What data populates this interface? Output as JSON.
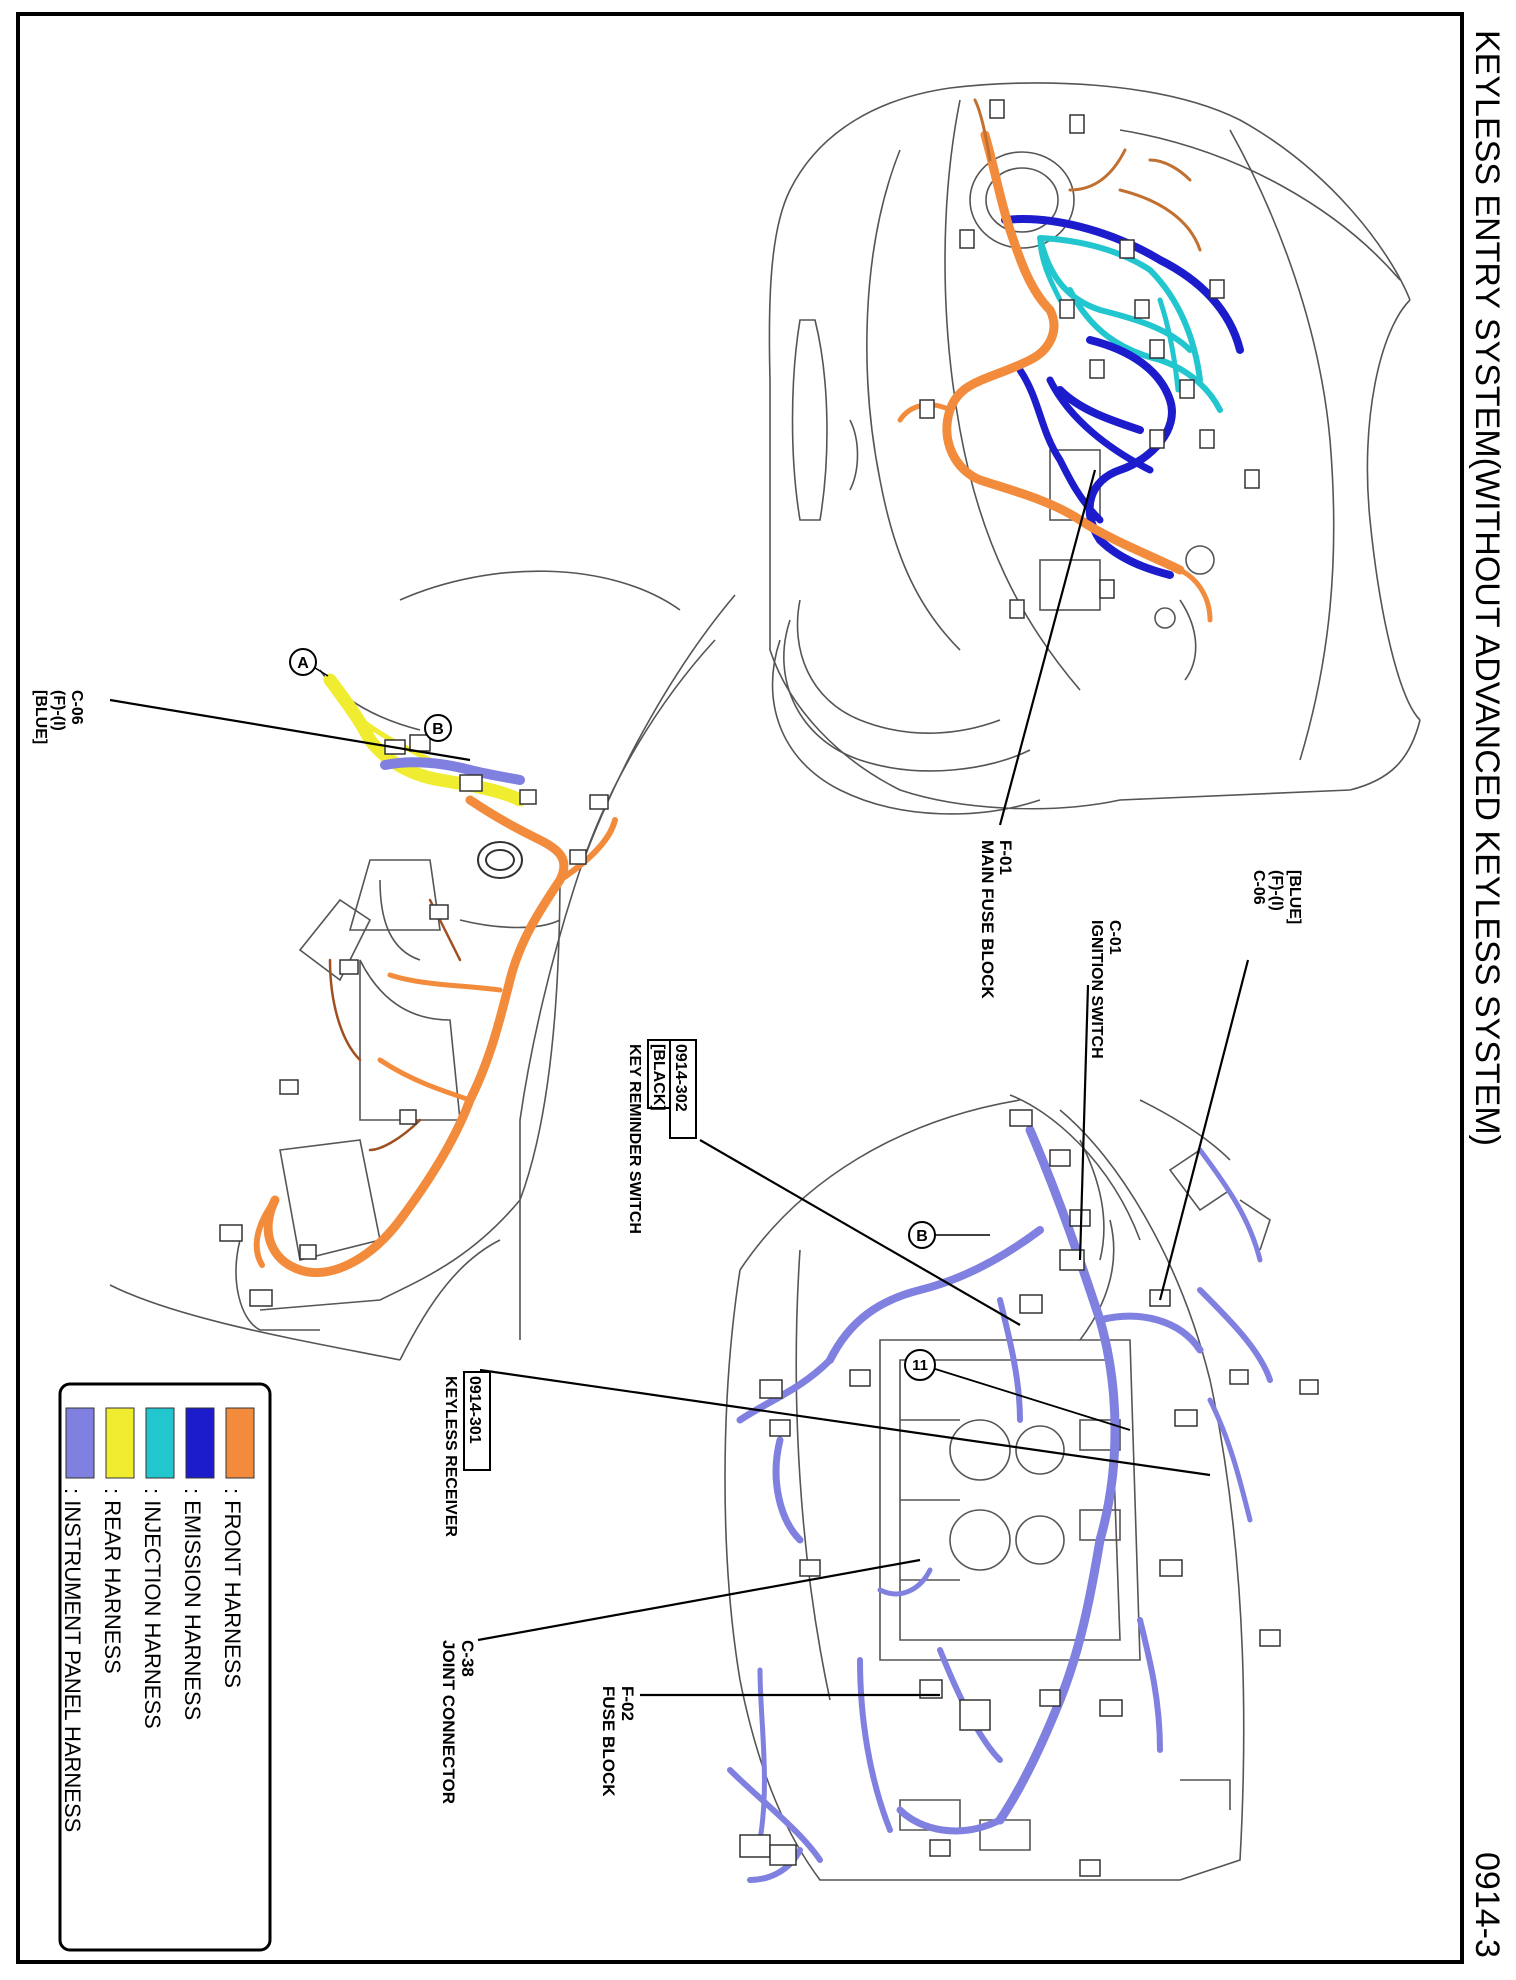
{
  "page": {
    "title": "KEYLESS ENTRY SYSTEM(WITHOUT ADVANCED KEYLESS SYSTEM)",
    "page_number": "0914-3"
  },
  "colors": {
    "front_harness": "#f28c3c",
    "emission_harness": "#1c1ccc",
    "injection_harness": "#22c6cf",
    "rear_harness": "#f0ec30",
    "instrument_panel_harness": "#8080e0",
    "line": "#555555"
  },
  "legend": {
    "items": [
      {
        "label": ": FRONT HARNESS",
        "color": "#f28c3c"
      },
      {
        "label": ": EMISSION HARNESS",
        "color": "#1c1ccc"
      },
      {
        "label": ": INJECTION HARNESS",
        "color": "#22c6cf"
      },
      {
        "label": ": REAR HARNESS",
        "color": "#f0ec30"
      },
      {
        "label": ": INSTRUMENT PANEL HARNESS",
        "color": "#8080e0"
      }
    ]
  },
  "labels": {
    "f01": [
      "F-01",
      "MAIN FUSE BLOCK"
    ],
    "c06_top": [
      "[BLUE]",
      "(F)-(I)",
      "C-06"
    ],
    "c01": [
      "C-01",
      "IGNITION SWITCH"
    ],
    "k302": [
      "0914-302",
      "[BLACK]",
      "KEY REMINDER SWITCH"
    ],
    "c06_left": [
      "C-06",
      "(F)-(I)",
      "[BLUE]"
    ],
    "k301": [
      "0914-301",
      "KEYLESS RECEIVER"
    ],
    "c38": [
      "C-38",
      "JOINT CONNECTOR"
    ],
    "f02": [
      "F-02",
      "FUSE BLOCK"
    ],
    "callout_a": "A",
    "callout_b_left": "B",
    "callout_b_right": "B",
    "callout_11": "11"
  }
}
